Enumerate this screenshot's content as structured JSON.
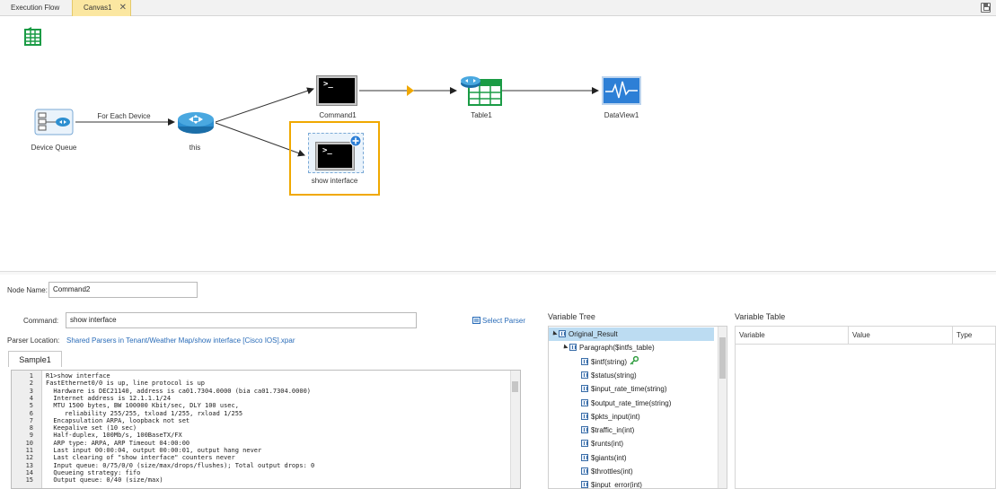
{
  "tabs": [
    {
      "label": "Execution Flow"
    },
    {
      "label": "Canvas1",
      "close": "✕"
    }
  ],
  "canvas": {
    "nodes": {
      "device_queue": "Device Queue",
      "this": "this",
      "command1": "Command1",
      "show_interface": "show interface",
      "table1": "Table1",
      "dataview1": "DataView1"
    },
    "edge_label": "For Each Device",
    "cmd_prompt": ">_",
    "colors": {
      "selection": "#f0a800",
      "accent": "#f0a800"
    }
  },
  "form": {
    "node_name_label": "Node Name:",
    "node_name_value": "Command2",
    "command_label": "Command:",
    "command_value": "show interface",
    "select_parser": "Select Parser",
    "parser_location_label": "Parser Location:",
    "parser_location_value": "Shared Parsers in Tenant/Weather Map/show interface [Cisco IOS].xpar"
  },
  "sample_tab": "Sample1",
  "code_lines": [
    {
      "n": "1",
      "text": "R1>show interface"
    },
    {
      "n": "2",
      "text": "FastEthernet0/0 is up, line protocol is up"
    },
    {
      "n": "3",
      "text": "  Hardware is DEC21140, address is ca01.7304.0000 (bia ca01.7304.0000)"
    },
    {
      "n": "4",
      "text": "  Internet address is 12.1.1.1/24"
    },
    {
      "n": "5",
      "text": "  MTU 1500 bytes, BW 100000 Kbit/sec, DLY 100 usec,"
    },
    {
      "n": "6",
      "text": "     reliability 255/255, txload 1/255, rxload 1/255"
    },
    {
      "n": "7",
      "text": "  Encapsulation ARPA, loopback not set"
    },
    {
      "n": "8",
      "text": "  Keepalive set (10 sec)"
    },
    {
      "n": "9",
      "text": "  Half-duplex, 100Mb/s, 100BaseTX/FX"
    },
    {
      "n": "10",
      "text": "  ARP type: ARPA, ARP Timeout 04:00:00"
    },
    {
      "n": "11",
      "text": "  Last input 00:00:04, output 00:00:01, output hang never"
    },
    {
      "n": "12",
      "text": "  Last clearing of \"show interface\" counters never"
    },
    {
      "n": "13",
      "text": "  Input queue: 0/75/0/0 (size/max/drops/flushes); Total output drops: 0"
    },
    {
      "n": "14",
      "text": "  Queueing strategy: fifo"
    },
    {
      "n": "15",
      "text": "  Output queue: 0/40 (size/max)"
    }
  ],
  "variable_tree": {
    "title": "Variable Tree",
    "items": [
      {
        "label": "Original_Result",
        "level": 0,
        "selected": true
      },
      {
        "label": "Paragraph($intfs_table)",
        "level": 1
      },
      {
        "label": "$intf(string)",
        "level": 2,
        "key": true
      },
      {
        "label": "$status(string)",
        "level": 2
      },
      {
        "label": "$input_rate_time(string)",
        "level": 2
      },
      {
        "label": "$output_rate_time(string)",
        "level": 2
      },
      {
        "label": "$pkts_input(int)",
        "level": 2
      },
      {
        "label": "$traffic_in(int)",
        "level": 2
      },
      {
        "label": "$runts(int)",
        "level": 2
      },
      {
        "label": "$giants(int)",
        "level": 2
      },
      {
        "label": "$throttles(int)",
        "level": 2
      },
      {
        "label": "$input_error(int)",
        "level": 2
      }
    ]
  },
  "variable_table": {
    "title": "Variable Table",
    "columns": [
      "Variable",
      "Value",
      "Type"
    ]
  }
}
